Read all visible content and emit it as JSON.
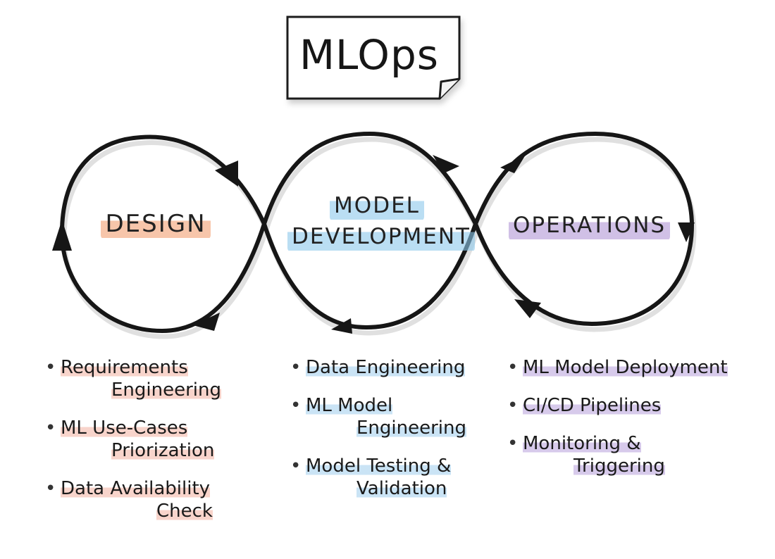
{
  "title": "MLOps",
  "phases": [
    {
      "id": "design",
      "label": "DESIGN",
      "color": "#f0a070"
    },
    {
      "id": "model-development",
      "label_line1": "MODEL",
      "label_line2": "DEVELOPMENT",
      "color": "#8cc8eb"
    },
    {
      "id": "operations",
      "label": "OPERATIONS",
      "color": "#ab8cd2"
    }
  ],
  "design_items": [
    {
      "line1": "Requirements",
      "line2": "Engineering"
    },
    {
      "line1": "ML Use-Cases",
      "line2": "Priorization"
    },
    {
      "line1": "Data Availability",
      "line2": "Check"
    }
  ],
  "dev_items": [
    {
      "line1": "Data Engineering",
      "line2": ""
    },
    {
      "line1": "ML Model",
      "line2": "Engineering"
    },
    {
      "line1": "Model Testing &",
      "line2": "Validation"
    }
  ],
  "ops_items": [
    {
      "line1": "ML Model Deployment",
      "line2": ""
    },
    {
      "line1": "CI/CD Pipelines",
      "line2": ""
    },
    {
      "line1": "Monitoring &",
      "line2": "Triggering"
    }
  ]
}
